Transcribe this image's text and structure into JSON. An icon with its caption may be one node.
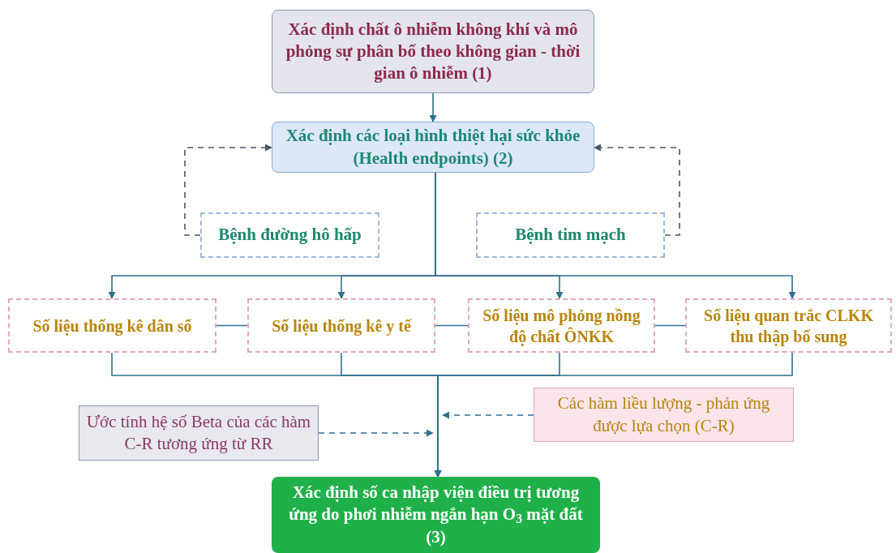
{
  "diagram": {
    "nodes": [
      {
        "text": [
          "Xác định chất ô nhiễm không khí và mô phỏng sự phân bố theo không gian - thời gian ô nhiễm (1)"
        ]
      },
      {
        "text": [
          "Xác định các loại hình thiệt hại sức khỏe (Health endpoints) (2)"
        ]
      },
      {
        "text": [
          "Bệnh đường hô hấp"
        ]
      },
      {
        "text": [
          "Bệnh tim mạch"
        ]
      },
      {
        "text": [
          "Số liệu thống kê dân số"
        ]
      },
      {
        "text": [
          "Số liệu thống kê y tế"
        ]
      },
      {
        "text": [
          "Số liệu mô phỏng nồng độ chất ÔNKK"
        ]
      },
      {
        "text": [
          "Số liệu quan trắc CLKK thu thập bổ sung"
        ]
      },
      {
        "text": [
          "Ước tính hệ số Beta của các hàm C-R tương ứng từ RR"
        ]
      },
      {
        "text": [
          "Các hàm liều lượng - phản ứng được lựa chọn (C-R)"
        ]
      },
      {
        "text": [
          "Xác định số ca nhập viện điều trị tương ứng do phơi nhiễm ngắn hạn O$_{3}$ mặt đất (3)"
        ]
      }
    ],
    "edges": [
      {
        "from": 0,
        "to": 1,
        "arrow": "to"
      },
      {
        "from": 2,
        "to": 1,
        "arrow": "to",
        "style": "dashed",
        "color": "#4a5568"
      },
      {
        "from": 3,
        "to": 1,
        "arrow": "to",
        "style": "dashed",
        "color": "#4a5568"
      },
      {
        "from": 1,
        "to": 4,
        "arrow": "to"
      },
      {
        "from": 1,
        "to": 5,
        "arrow": "to"
      },
      {
        "from": 1,
        "to": 6,
        "arrow": "to"
      },
      {
        "from": 1,
        "to": 7,
        "arrow": "to"
      },
      {
        "from": 4,
        "to": 5,
        "arrow": "none"
      },
      {
        "from": 5,
        "to": 6,
        "arrow": "none"
      },
      {
        "from": 6,
        "to": 7,
        "arrow": "none"
      },
      {
        "from": 4,
        "to": 10,
        "arrow": "to"
      },
      {
        "from": 5,
        "to": 10,
        "arrow": "to"
      },
      {
        "from": 6,
        "to": 10,
        "arrow": "to"
      },
      {
        "from": 7,
        "to": 10,
        "arrow": "to"
      },
      {
        "from": 8,
        "to": null,
        "arrow": "to",
        "style": "dashed"
      },
      {
        "from": 9,
        "to": null,
        "arrow": "to",
        "style": "dashed"
      }
    ]
  }
}
